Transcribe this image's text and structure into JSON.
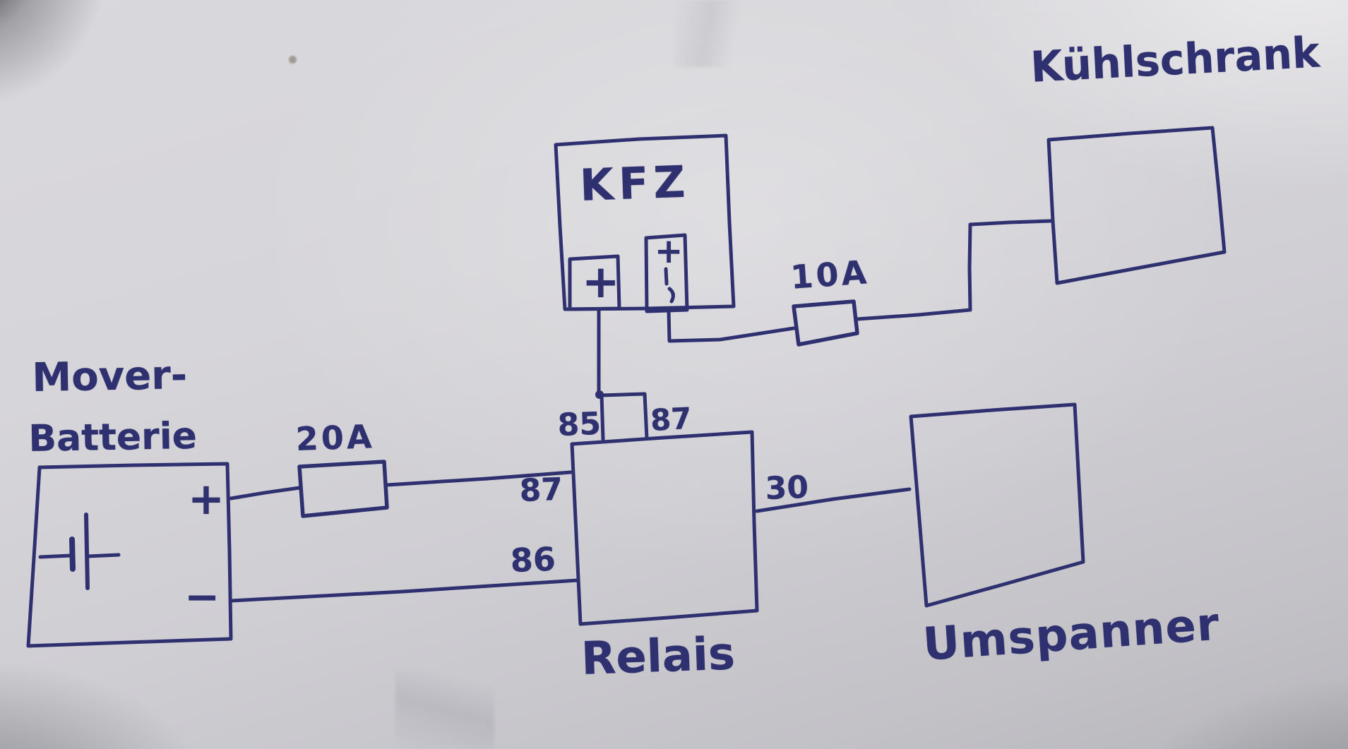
{
  "meta": {
    "kind": "hand-drawn wiring diagram (ink on paper)",
    "ink_color": "#2e3070",
    "paper_color": "#cfced3"
  },
  "components": {
    "kuehlschrank": {
      "label": "Kühlschrank"
    },
    "kfz": {
      "label": "KFZ",
      "terminal1_plus": "+",
      "terminal2_plus": "+"
    },
    "fuse_10a": {
      "label": "10A"
    },
    "fuse_20a": {
      "label": "20A"
    },
    "battery": {
      "label_line1": "Mover-",
      "label_line2": "Batterie",
      "plus": "+",
      "minus": "−"
    },
    "relay": {
      "label": "Relais",
      "pin_85": "85",
      "pin_87_top": "87",
      "pin_87_left": "87",
      "pin_86": "86",
      "pin_30": "30"
    },
    "umspanner": {
      "label": "Umspanner"
    }
  },
  "connections": [
    "KFZ + (left terminal) → junction → relay tab between 85 and 87",
    "KFZ + (right terminal) → 10A fuse → Kühlschrank",
    "Mover-Batterie + → 20A fuse → Relais 87",
    "Mover-Batterie − → Relais 86",
    "Relais 30 → Umspanner"
  ]
}
